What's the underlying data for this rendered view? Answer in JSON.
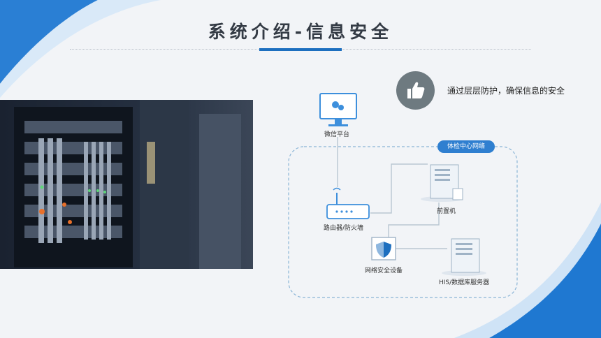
{
  "page": {
    "title": "系统介绍-信息安全",
    "caption": "通过层层防护，确保信息的安全"
  },
  "icons": {
    "thumbs_up": "thumbs-up-icon",
    "monitor": "monitor-icon",
    "router": "router-icon",
    "server": "server-icon",
    "shield": "shield-icon"
  },
  "colors": {
    "accent_blue": "#1d6fbf",
    "badge_gray": "#6e7a80",
    "pill_blue": "#2f7fd0",
    "dashed_border": "#8ab4d6",
    "line_gray": "#b9c6d2"
  },
  "diagram": {
    "zone_label": "体检中心网络",
    "nodes": {
      "wechat": "微信平台",
      "router": "路由器/防火墙",
      "front_server": "前置机",
      "security_device": "网络安全设备",
      "db_server": "HIS/数据库服务器"
    }
  }
}
